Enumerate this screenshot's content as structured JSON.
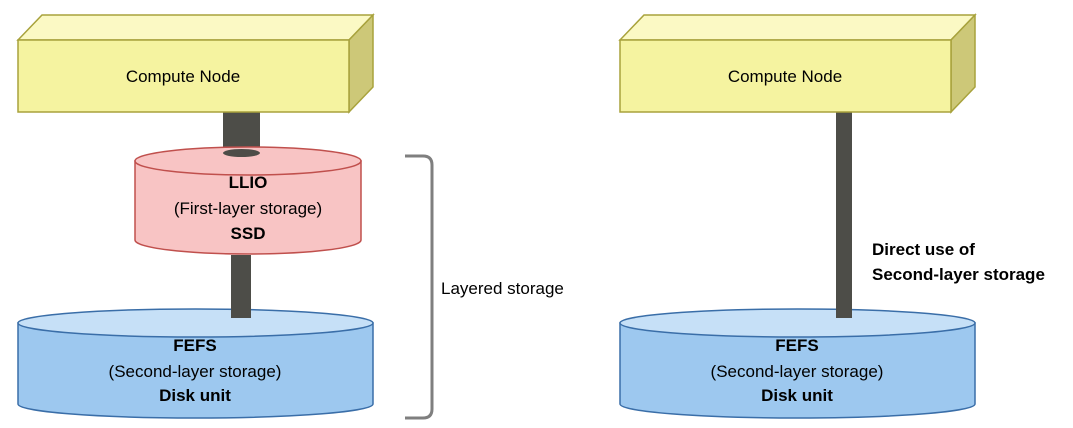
{
  "left": {
    "compute_node": "Compute Node",
    "llio": {
      "name": "LLIO",
      "desc": "(First-layer storage)",
      "media": "SSD"
    },
    "fefs": {
      "name": "FEFS",
      "desc": "(Second-layer storage)",
      "media": "Disk unit"
    },
    "bracket_label": "Layered storage"
  },
  "right": {
    "compute_node": "Compute Node",
    "direct_use_line1": "Direct use of",
    "direct_use_line2": "Second-layer storage",
    "fefs": {
      "name": "FEFS",
      "desc": "(Second-layer storage)",
      "media": "Disk unit"
    }
  },
  "colors": {
    "compute_front": "#f5f3a0",
    "compute_top": "#fbf9c4",
    "compute_side": "#cdc878",
    "compute_stroke": "#a8a23c",
    "ssd_fill": "#f8c4c4",
    "ssd_stroke": "#c0504d",
    "disk_fill": "#9dc8ef",
    "disk_top": "#c6e0f7",
    "disk_stroke": "#3a6ea8",
    "pipe": "#4d4d48",
    "bracket": "#7f7f7f"
  }
}
